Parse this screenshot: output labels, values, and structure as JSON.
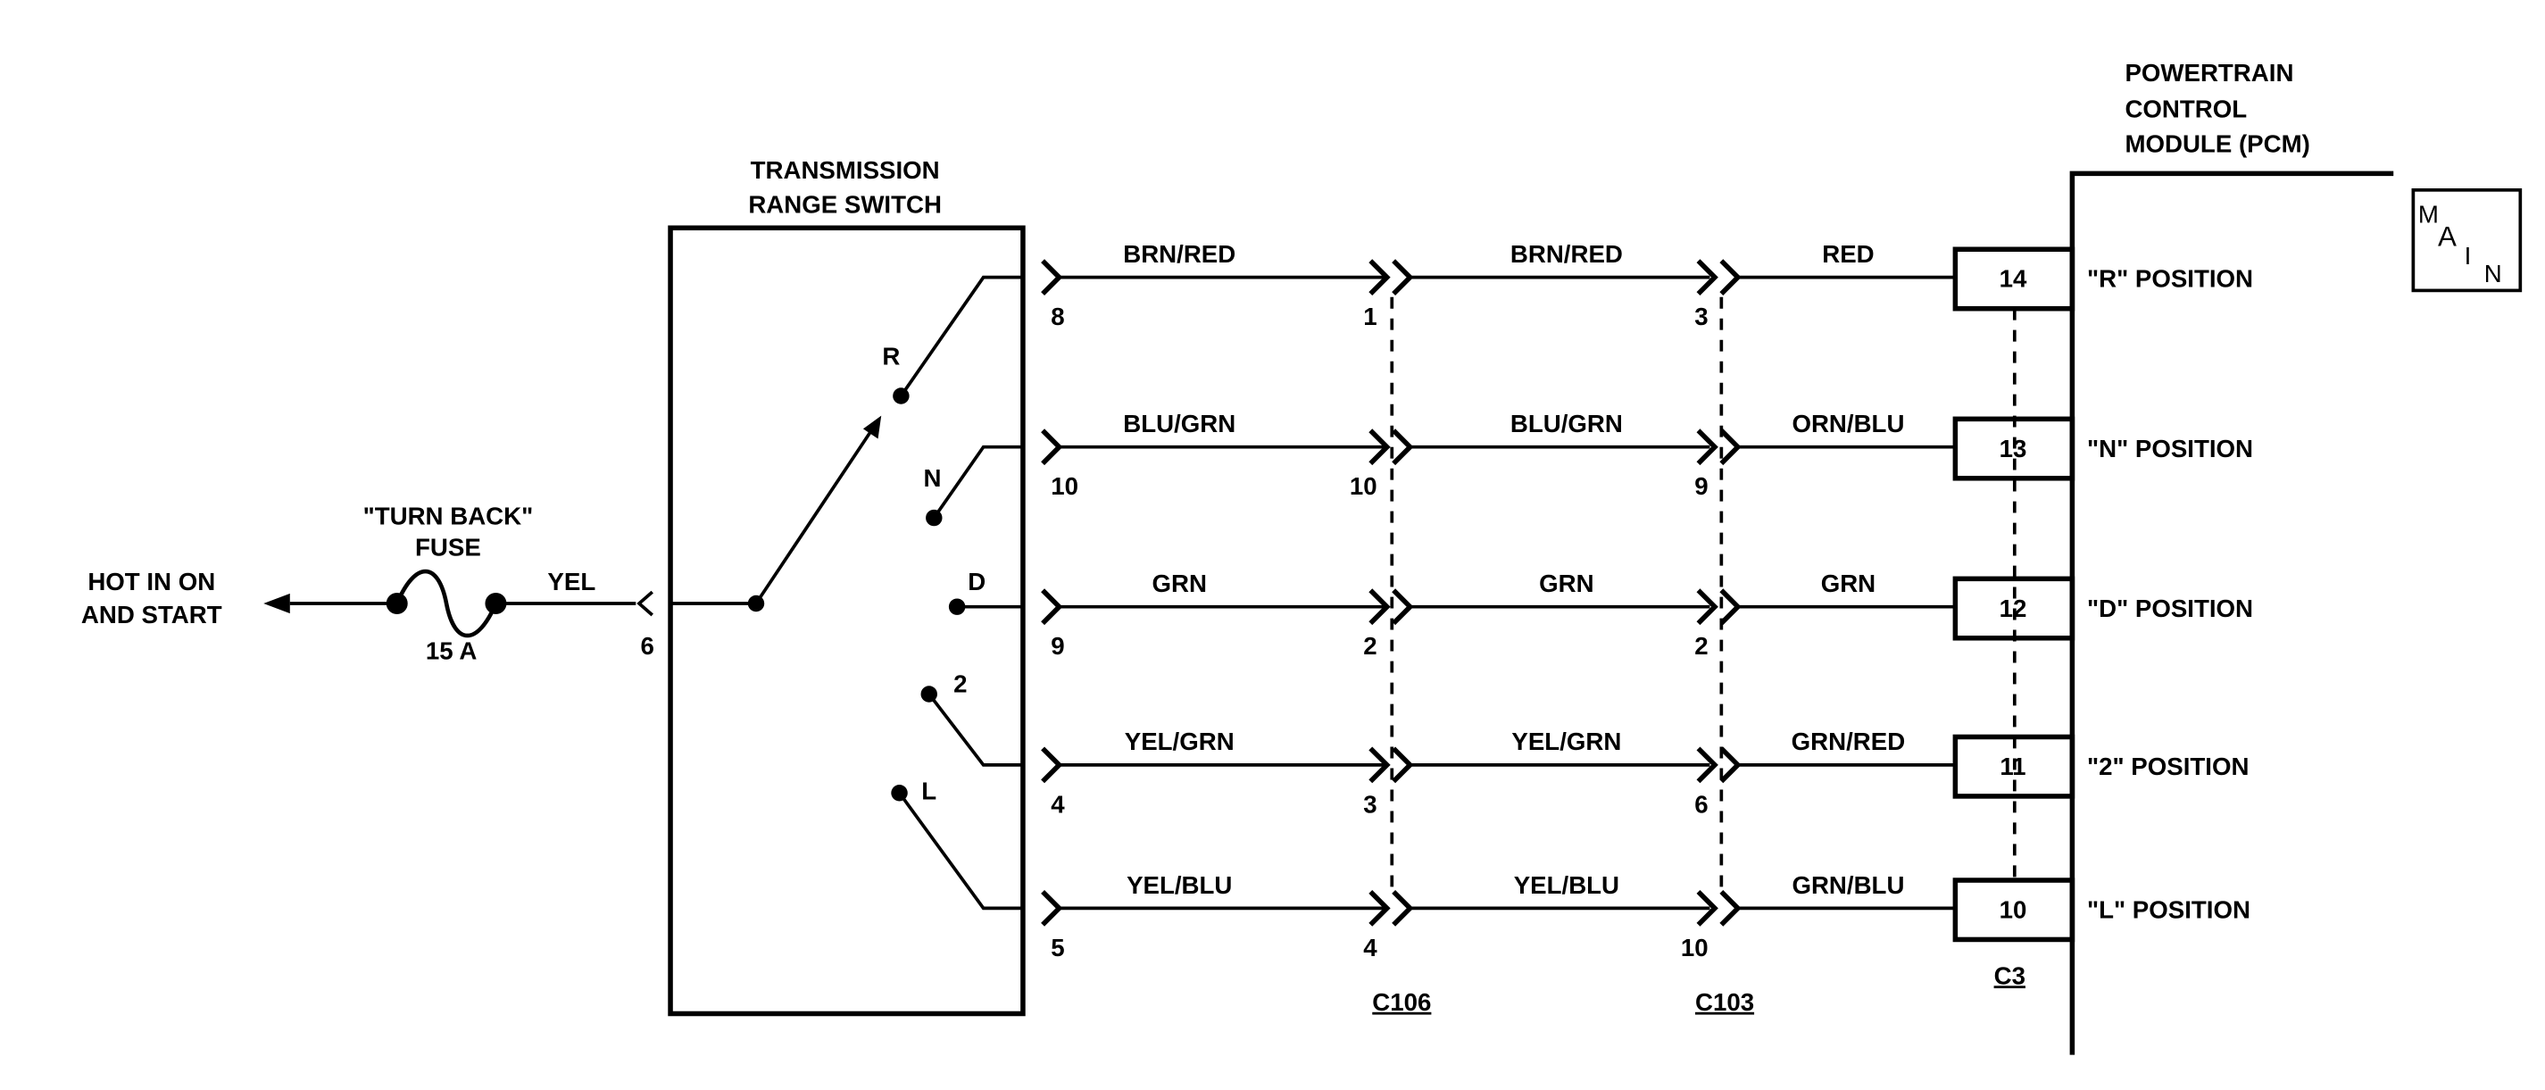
{
  "source": {
    "text": [
      "HOT IN ON",
      "AND START"
    ]
  },
  "fuse": {
    "name": [
      "\"TURN BACK\"",
      "FUSE"
    ],
    "rating": "15 A"
  },
  "feed": {
    "color": "YEL",
    "pin": "6"
  },
  "switch": {
    "title": [
      "TRANSMISSION",
      "RANGE SWITCH"
    ],
    "positions": [
      "R",
      "N",
      "D",
      "2",
      "L"
    ]
  },
  "circuits": [
    {
      "switch_pin": "8",
      "wire1": "BRN/RED",
      "c106_pin": "1",
      "wire2": "BRN/RED",
      "c103_pin": "3",
      "wire3": "RED",
      "pcm_pin": "14",
      "pcm_label": "\"R\" POSITION"
    },
    {
      "switch_pin": "10",
      "wire1": "BLU/GRN",
      "c106_pin": "10",
      "wire2": "BLU/GRN",
      "c103_pin": "9",
      "wire3": "ORN/BLU",
      "pcm_pin": "13",
      "pcm_label": "\"N\" POSITION"
    },
    {
      "switch_pin": "9",
      "wire1": "GRN",
      "c106_pin": "2",
      "wire2": "GRN",
      "c103_pin": "2",
      "wire3": "GRN",
      "pcm_pin": "12",
      "pcm_label": "\"D\" POSITION"
    },
    {
      "switch_pin": "4",
      "wire1": "YEL/GRN",
      "c106_pin": "3",
      "wire2": "YEL/GRN",
      "c103_pin": "6",
      "wire3": "GRN/RED",
      "pcm_pin": "11",
      "pcm_label": "\"2\" POSITION"
    },
    {
      "switch_pin": "5",
      "wire1": "YEL/BLU",
      "c106_pin": "4",
      "wire2": "YEL/BLU",
      "c103_pin": "10",
      "wire3": "GRN/BLU",
      "pcm_pin": "10",
      "pcm_label": "\"L\" POSITION"
    }
  ],
  "connectors": {
    "c106": "C106",
    "c103": "C103",
    "pcm": "C3"
  },
  "pcm": {
    "title": [
      "POWERTRAIN",
      "CONTROL",
      "MODULE (PCM)"
    ]
  },
  "badge": {
    "letters": [
      "M",
      "A",
      "I",
      "N"
    ]
  }
}
